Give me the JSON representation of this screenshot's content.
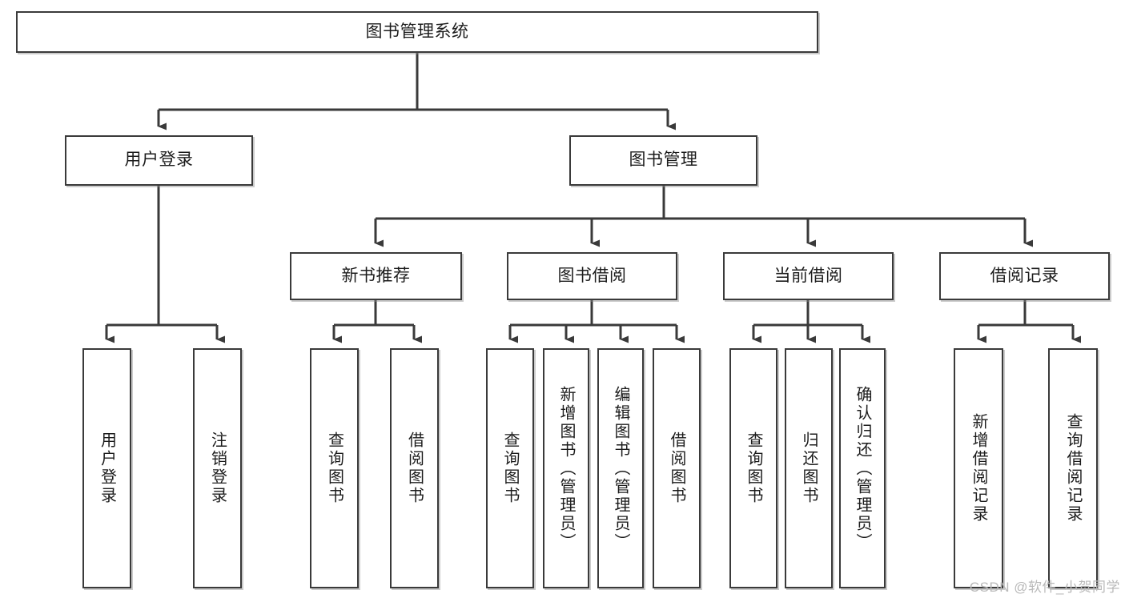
{
  "diagram": {
    "title": "图书管理系统",
    "type": "tree-hierarchy",
    "watermark": "CSDN @软件_小贺同学",
    "colors": {
      "box_border": "#3a3a3a",
      "box_fill": "#ffffff",
      "line": "#3a3a3a",
      "text": "#1c1c1c",
      "watermark": "#b9b9b9"
    },
    "nodes": {
      "root": {
        "label": "图书管理系统"
      },
      "level2": [
        {
          "id": "user_login",
          "label": "用户登录"
        },
        {
          "id": "book_manage",
          "label": "图书管理"
        }
      ],
      "level3": [
        {
          "id": "new_book_rec",
          "label": "新书推荐"
        },
        {
          "id": "book_borrow",
          "label": "图书借阅"
        },
        {
          "id": "current_borrow",
          "label": "当前借阅"
        },
        {
          "id": "borrow_record",
          "label": "借阅记录"
        }
      ],
      "leaves": {
        "user_login": [
          {
            "id": "leaf_user_login",
            "label": "用户登录"
          },
          {
            "id": "leaf_logout",
            "label": "注销登录"
          }
        ],
        "new_book_rec": [
          {
            "id": "leaf_query_book_1",
            "label": "查询图书"
          },
          {
            "id": "leaf_borrow_book_1",
            "label": "借阅图书"
          }
        ],
        "book_borrow": [
          {
            "id": "leaf_query_book_2",
            "label": "查询图书"
          },
          {
            "id": "leaf_add_book",
            "label": "新增图书（管理员）"
          },
          {
            "id": "leaf_edit_book",
            "label": "编辑图书（管理员）"
          },
          {
            "id": "leaf_borrow_book_2",
            "label": "借阅图书"
          }
        ],
        "current_borrow": [
          {
            "id": "leaf_query_book_3",
            "label": "查询图书"
          },
          {
            "id": "leaf_return_book",
            "label": "归还图书"
          },
          {
            "id": "leaf_confirm_return",
            "label": "确认归还（管理员）"
          }
        ],
        "borrow_record": [
          {
            "id": "leaf_add_record",
            "label": "新增借阅记录"
          },
          {
            "id": "leaf_query_record",
            "label": "查询借阅记录"
          }
        ]
      }
    }
  }
}
